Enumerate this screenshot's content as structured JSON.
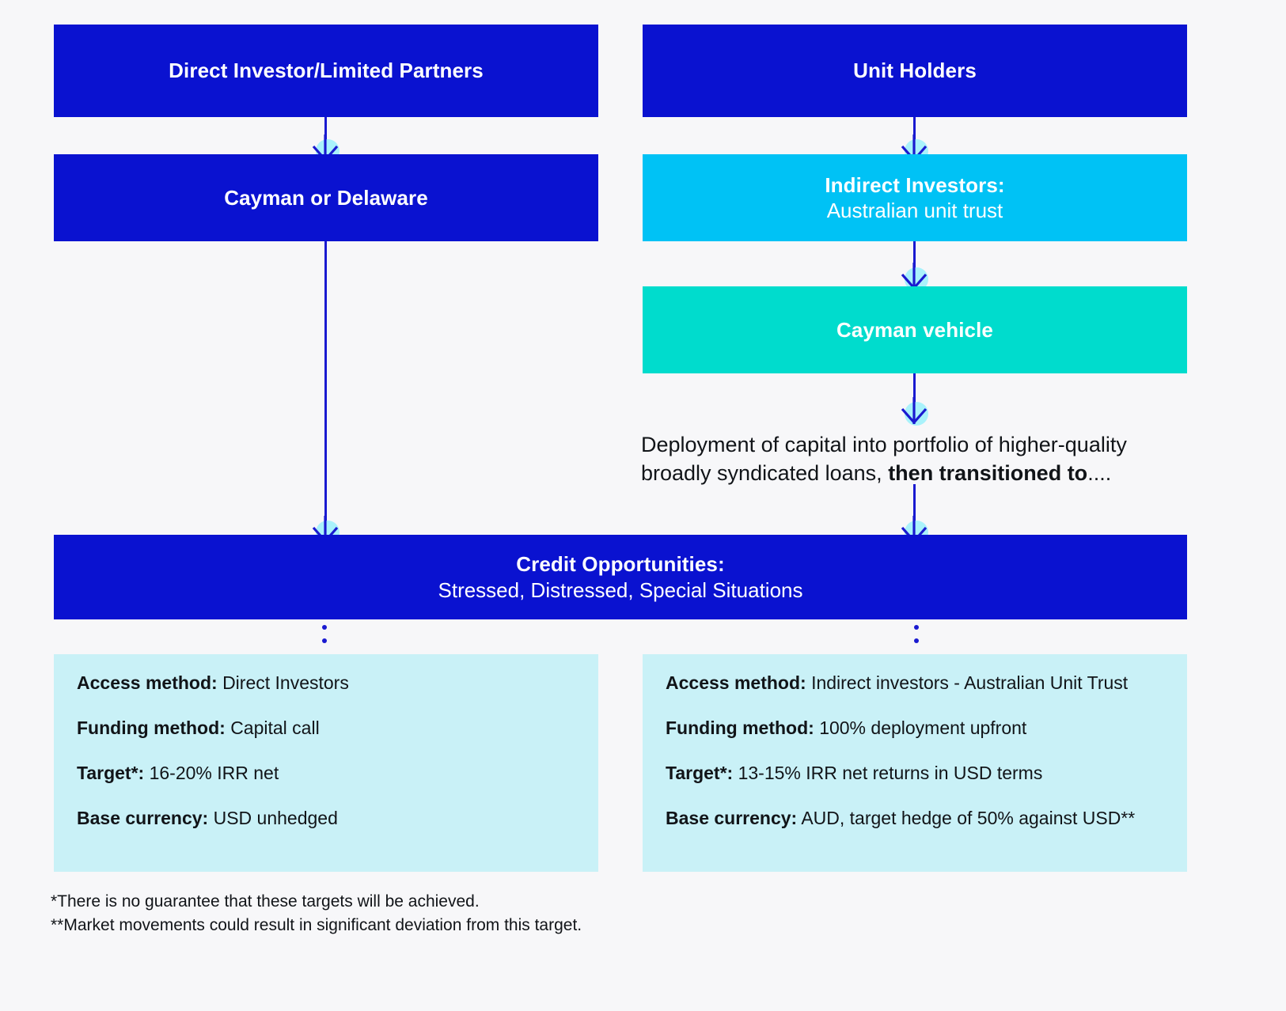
{
  "colors": {
    "background": "#f7f7f9",
    "deep_blue": "#0a12d0",
    "cyan": "#00c2f5",
    "teal": "#00dccd",
    "pale_cyan": "#c9f1f7",
    "arrow_line": "#1a1ad0",
    "arrow_disc": "#a9f2fb",
    "text_dark": "#111418",
    "text_light": "#ffffff"
  },
  "diagram": {
    "left_flow": {
      "top_box": {
        "title": "Direct Investor/Limited Partners",
        "subtitle": ""
      },
      "second_box": {
        "title": "Cayman or Delaware",
        "subtitle": ""
      }
    },
    "right_flow": {
      "top_box": {
        "title": "Unit Holders",
        "subtitle": ""
      },
      "second_box": {
        "title": "Indirect Investors:",
        "subtitle": "Australian unit trust"
      },
      "third_box": {
        "title": "Cayman vehicle",
        "subtitle": ""
      },
      "note_line1": "Deployment of capital into portfolio of higher-quality",
      "note_line2_pre": "broadly syndicated loans, ",
      "note_line2_bold": "then transitioned to",
      "note_line2_post": "...."
    },
    "merged_box": {
      "title": "Credit Opportunities:",
      "subtitle": "Stressed, Distressed, Special Situations"
    }
  },
  "panels": {
    "left": {
      "rows": [
        {
          "label": "Access method:",
          "value": "Direct Investors"
        },
        {
          "label": "Funding method:",
          "value": "Capital call"
        },
        {
          "label": "Target*:",
          "value": "16-20% IRR net"
        },
        {
          "label": "Base currency:",
          "value": "USD unhedged"
        }
      ]
    },
    "right": {
      "rows": [
        {
          "label": "Access method:",
          "value": "Indirect investors - Australian Unit Trust"
        },
        {
          "label": "Funding method:",
          "value": "100% deployment upfront"
        },
        {
          "label": "Target*:",
          "value": "13-15% IRR net returns in USD terms"
        },
        {
          "label": "Base currency:",
          "value": "AUD, target hedge of 50% against USD**"
        }
      ]
    }
  },
  "footnotes": {
    "line1": "*There is no guarantee that these targets will be achieved.",
    "line2": "**Market movements could result in significant deviation from this target."
  }
}
